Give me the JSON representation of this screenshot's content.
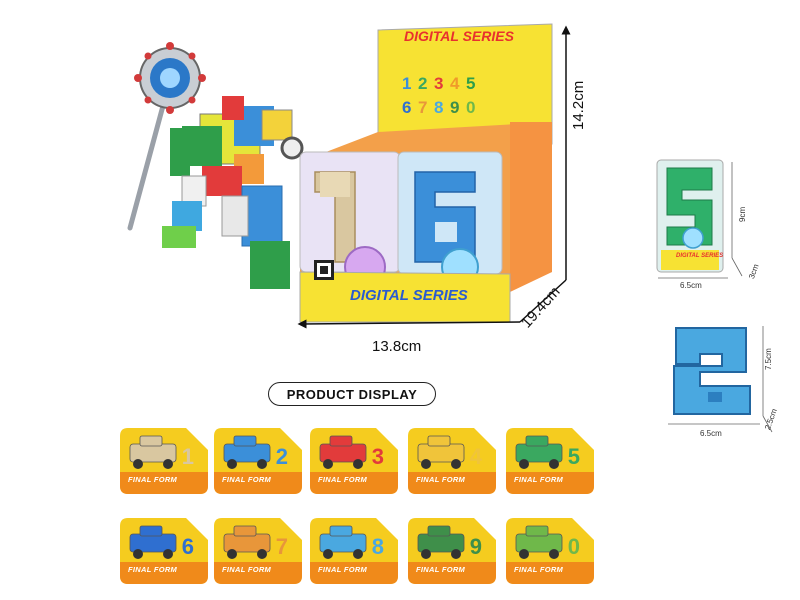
{
  "dimensions": {
    "box_width": "13.8cm",
    "box_depth": "19.4cm",
    "box_height": "14.2cm",
    "pack_width": "6.5cm",
    "pack_height": "9cm",
    "pack_depth": "3cm",
    "toy_width": "6.5cm",
    "toy_height": "7.5cm",
    "toy_depth": "2.5cm"
  },
  "product_display_label": "PRODUCT DISPLAY",
  "brand": {
    "name": "DIGITAL SERIES"
  },
  "box_digits": [
    "1",
    "2",
    "3",
    "4",
    "5",
    "6",
    "7",
    "8",
    "9",
    "0"
  ],
  "cards": [
    {
      "number": "1",
      "label": "FINAL FORM",
      "vehicle": "tank-icon",
      "color": "#d9c7a0"
    },
    {
      "number": "2",
      "label": "FINAL FORM",
      "vehicle": "jet-icon",
      "color": "#3b8fd9"
    },
    {
      "number": "3",
      "label": "FINAL FORM",
      "vehicle": "car-icon",
      "color": "#e23b3b"
    },
    {
      "number": "4",
      "label": "FINAL FORM",
      "vehicle": "plane-icon",
      "color": "#f0c43a"
    },
    {
      "number": "5",
      "label": "FINAL FORM",
      "vehicle": "cannon-truck-icon",
      "color": "#3aa860"
    },
    {
      "number": "6",
      "label": "FINAL FORM",
      "vehicle": "tracked-vehicle-icon",
      "color": "#2f6fd0"
    },
    {
      "number": "7",
      "label": "FINAL FORM",
      "vehicle": "crane-icon",
      "color": "#e8963a"
    },
    {
      "number": "8",
      "label": "FINAL FORM",
      "vehicle": "boat-icon",
      "color": "#4aa8e0"
    },
    {
      "number": "9",
      "label": "FINAL FORM",
      "vehicle": "artillery-icon",
      "color": "#3f8f4a"
    },
    {
      "number": "0",
      "label": "FINAL FORM",
      "vehicle": "jeep-icon",
      "color": "#6fb84a"
    }
  ]
}
